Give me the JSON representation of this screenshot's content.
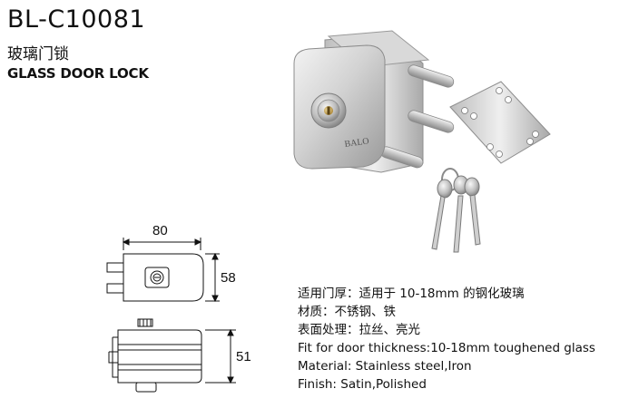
{
  "product": {
    "model": "BL-C10081",
    "name_cn": "玻璃门锁",
    "name_en": "GLASS DOOR LOCK",
    "brand_engraving": "BALO"
  },
  "dimensions": {
    "width": "80",
    "height": "58",
    "depth": "51"
  },
  "specs": [
    "适用门厚：适用于 10-18mm 的钢化玻璃",
    "材质：不锈钢、铁",
    "表面处理：拉丝、亮光",
    "Fit for door thickness:10-18mm toughened glass",
    "Material: Stainless steel,Iron",
    "Finish: Satin,Polished"
  ]
}
